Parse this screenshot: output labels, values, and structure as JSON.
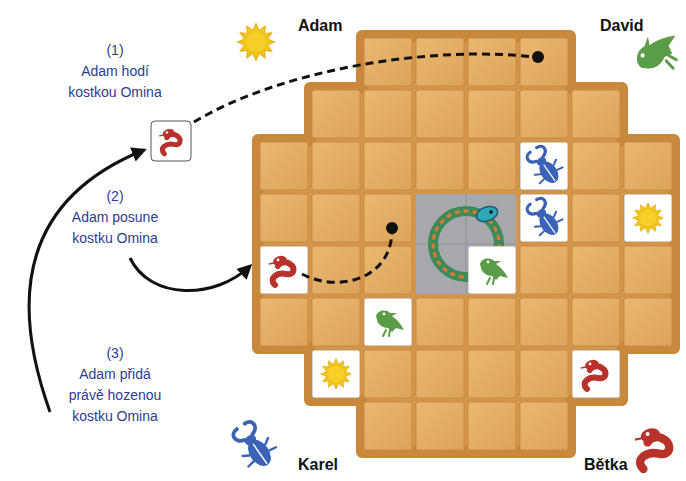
{
  "diagram": {
    "labels": [
      "Adam",
      "David",
      "(1)",
      "Adam hodí kostkou Omina",
      "(2)",
      "Adam posune kostku Omina",
      "(3)",
      "Adam přidá právě hozenou kostku Omina",
      "Karel",
      "Bětka"
    ]
  }
}
